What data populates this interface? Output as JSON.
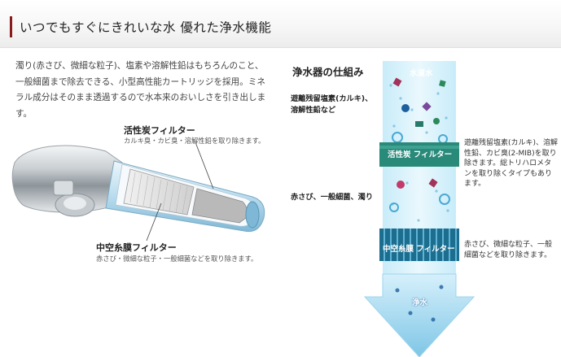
{
  "header": {
    "title": "いつでもすぐにきれいな水 優れた浄水機能"
  },
  "intro": {
    "text": "濁り(赤さび、微細な粒子)、塩素や溶解性鉛はもちろんのこと、一般細菌まで除去できる、小型高性能カートリッジを採用。ミネラル成分はそのまま透過するので水本来のおいしさを引き出します。"
  },
  "faucet_labels": {
    "carbon_title": "活性炭フィルター",
    "carbon_desc": "カルキ臭・カビ臭・溶解性鉛を取り除きます。",
    "membrane_title": "中空糸膜フィルター",
    "membrane_desc": "赤さび・微細な粒子・一般細菌などを取り除きます。"
  },
  "mechanism": {
    "title": "浄水器の仕組み",
    "tap_water": "水道水",
    "impurities_top": "遊離残留塩素(カルキ)、溶解性鉛など",
    "carbon_band": "活性炭 フィルター",
    "carbon_side": "遊離残留塩素(カルキ)、溶解性鉛、カビ臭(2-MIB)を取り除きます。総トリハロメタンを取り除くタイプもあります。",
    "impurities_mid": "赤さび、一般細菌、濁り",
    "membrane_band": "中空糸膜 フィルター",
    "membrane_side": "赤さび、微細な粒子、一般細菌などを取り除きます。",
    "clean_water": "浄水"
  },
  "colors": {
    "accent": "#8b1a1a",
    "band": "#2a8a7a",
    "band_dark": "#1d6e8e",
    "water": "#6cc3e6"
  }
}
